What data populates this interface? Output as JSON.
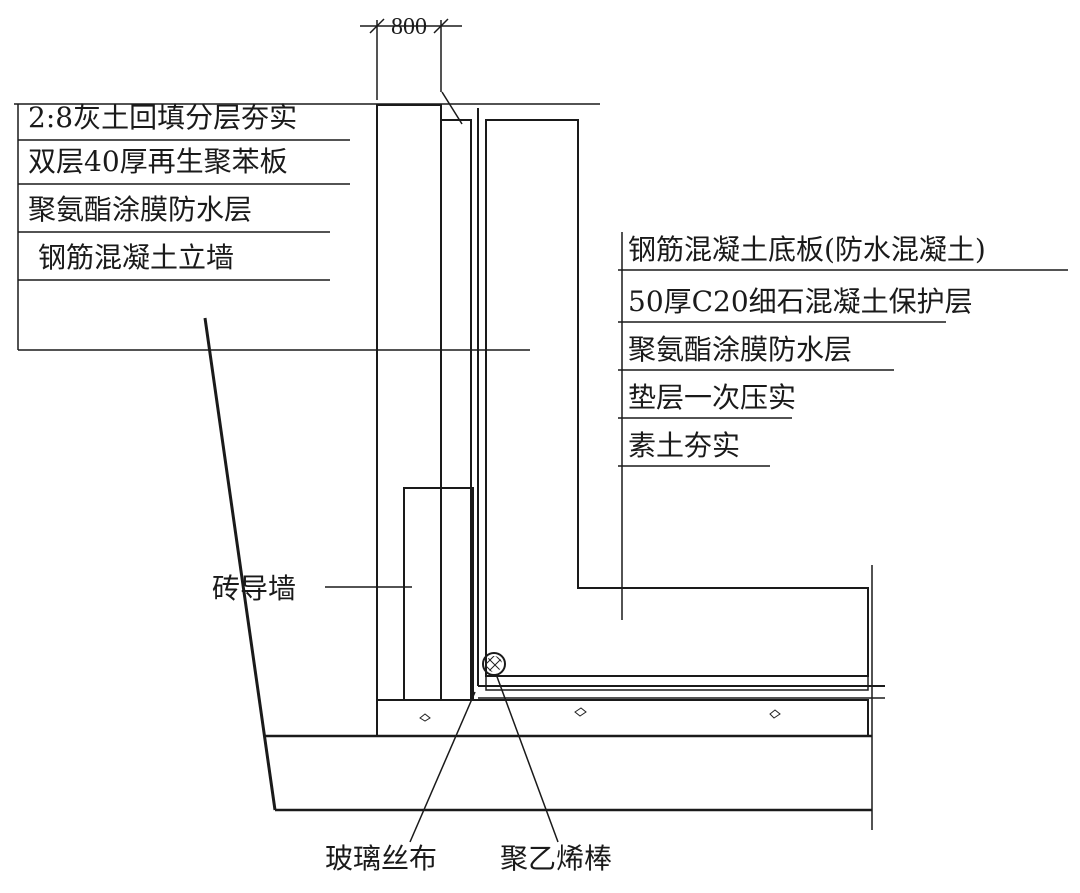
{
  "dimension": {
    "width_label": "800"
  },
  "wall_labels": [
    "2:8灰土回填分层夯实",
    "双层40厚再生聚苯板",
    "聚氨酯涂膜防水层",
    "钢筋混凝土立墙"
  ],
  "slab_labels": [
    "钢筋混凝土底板(防水混凝土)",
    "50厚C20细石混凝土保护层",
    "聚氨酯涂膜防水层",
    "垫层一次压实",
    "素土夯实"
  ],
  "callouts": {
    "brick_guide_wall": "砖导墙",
    "glass_fiber_cloth": "玻璃丝布",
    "polyethylene_rod": "聚乙烯棒"
  }
}
